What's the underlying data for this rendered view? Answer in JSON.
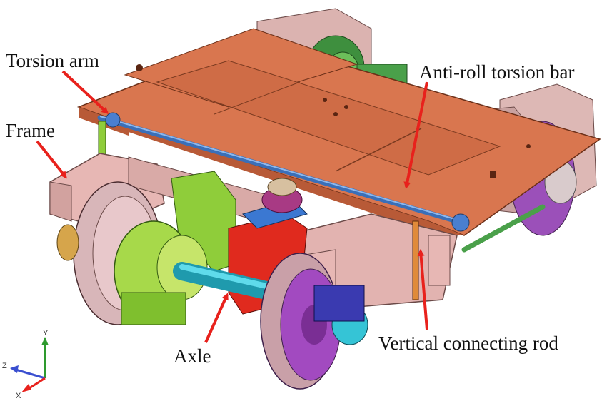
{
  "labels": {
    "torsion_arm": "Torsion arm",
    "frame": "Frame",
    "anti_roll_torsion_bar": "Anti-roll torsion bar",
    "axle": "Axle",
    "vertical_connecting_rod": "Vertical connecting rod"
  },
  "triad": {
    "y": "Y",
    "z": "Z",
    "x": "X"
  },
  "colors": {
    "annotation_arrow": "#e8211c",
    "top_plate": "#d9764f",
    "frame": "#e7b7b4",
    "torsion_bar": "#5a8fd6",
    "axle": "#35c4d6",
    "gearbox": "#8fcd3a",
    "wheel": "#c9a0a8",
    "wheel_inner": "#a24ac0",
    "motor_block": "#e02a1e",
    "damper": "#8a2a86"
  }
}
